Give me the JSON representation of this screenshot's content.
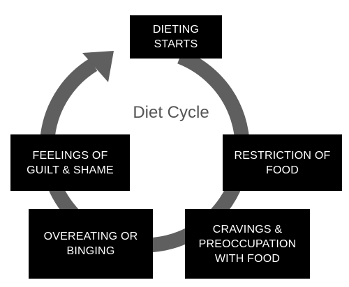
{
  "title": "Diet Cycle",
  "colors": {
    "cycle_arrow": "#5f5f5f",
    "box_background": "#000000",
    "box_text": "#ffffff",
    "title_text": "#555555"
  },
  "steps": [
    {
      "label": "DIETING\nSTARTS"
    },
    {
      "label": "RESTRICTION OF\nFOOD"
    },
    {
      "label": "CRAVINGS &\nPREOCCUPATION\nWITH FOOD"
    },
    {
      "label": "OVEREATING OR\nBINGING"
    },
    {
      "label": "FEELINGS OF\nGUILT & SHAME"
    }
  ]
}
